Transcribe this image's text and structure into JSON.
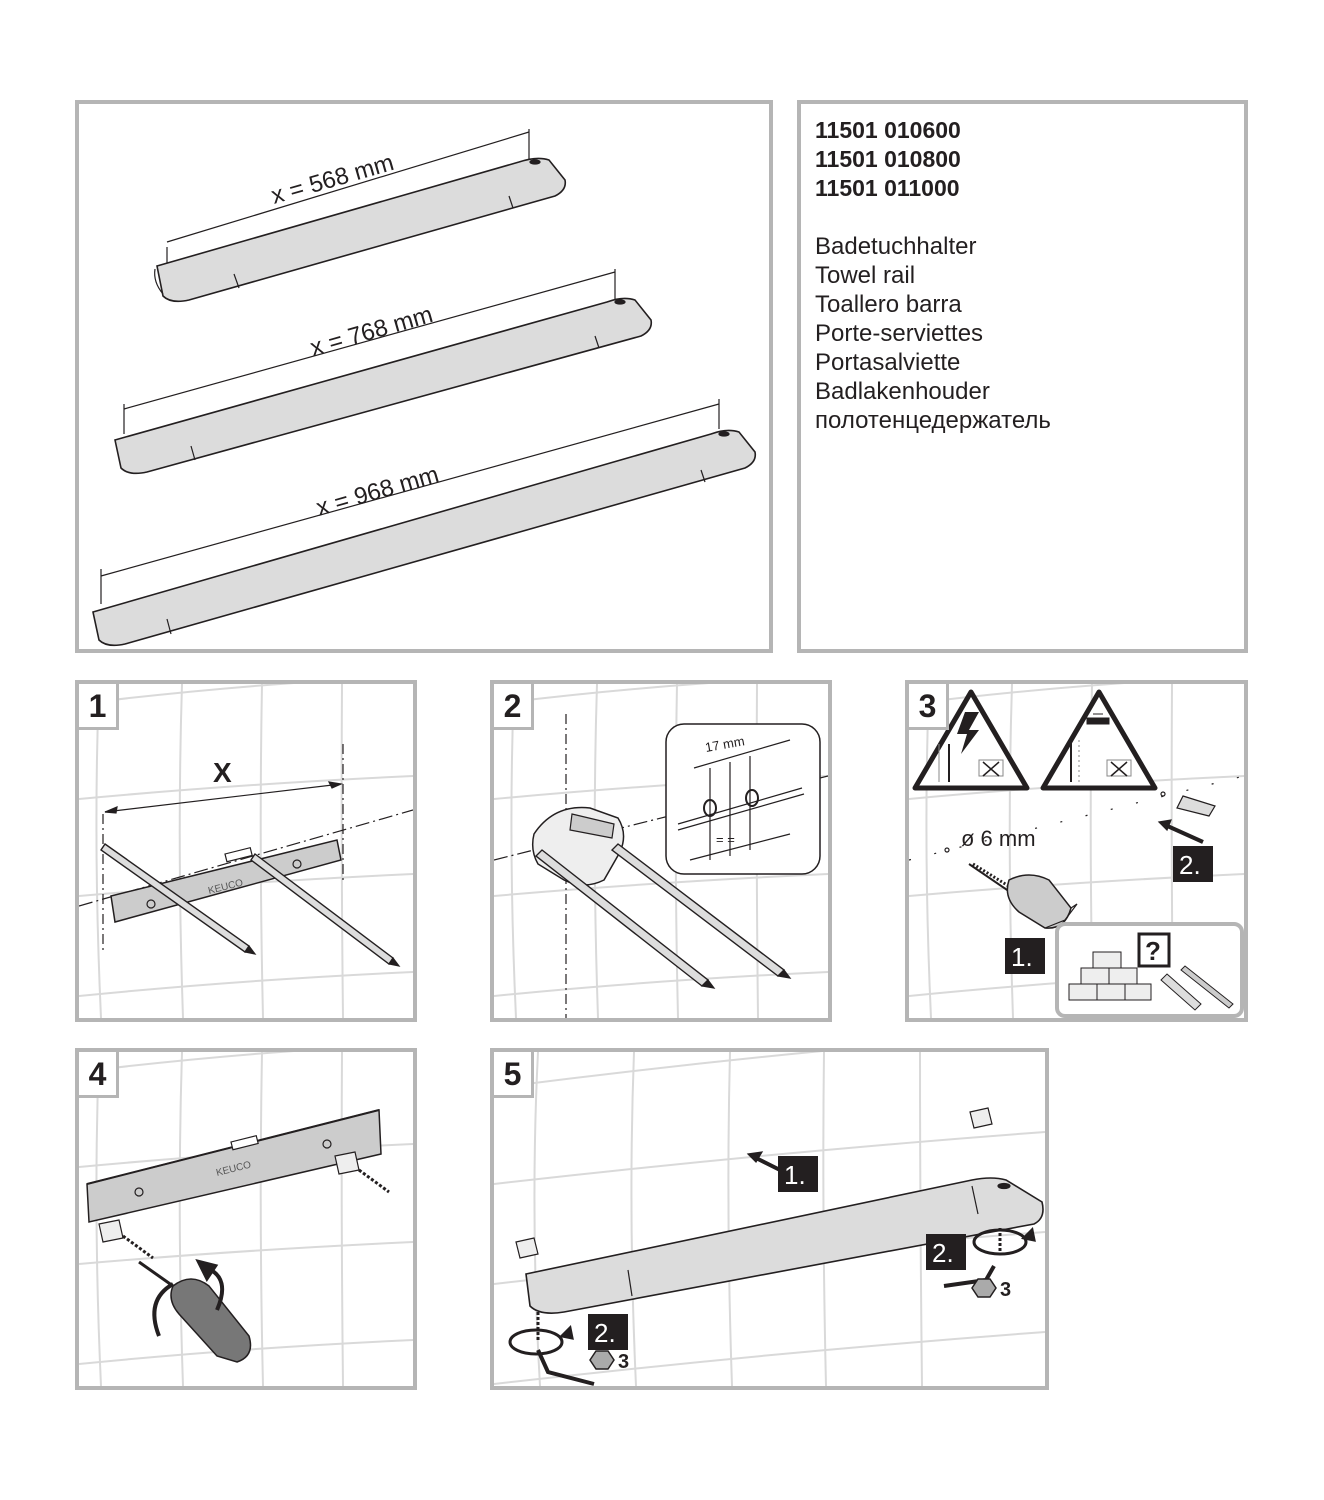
{
  "overview": {
    "rails": [
      {
        "label": "x = 568 mm"
      },
      {
        "label": "x = 768 mm"
      },
      {
        "label": "x = 968 mm"
      }
    ]
  },
  "product": {
    "codes": [
      "11501 010600",
      "11501 010800",
      "11501 011000"
    ],
    "names": [
      "Badetuchhalter",
      "Towel rail",
      "Toallero barra",
      "Porte-serviettes",
      "Portasalviette",
      "Badlakenhouder",
      "полотенцедержатель"
    ]
  },
  "steps": [
    {
      "number": "1",
      "dimension_label": "X",
      "level_brand": "KEUCO"
    },
    {
      "number": "2",
      "spacing_label": "17 mm",
      "equal_marks": "=  ="
    },
    {
      "number": "3",
      "drill_label": "ø 6 mm",
      "action_1": "1.",
      "action_2": "2.",
      "query_icon_label": "?"
    },
    {
      "number": "4",
      "level_brand": "KEUCO"
    },
    {
      "number": "5",
      "action_1": "1.",
      "action_2": "2.",
      "hex_key_size": "3"
    }
  ],
  "colors": {
    "frame": "#b5b5b5",
    "grid": "#d9d9d9",
    "ink": "#231f20",
    "rail_fill": "#dcdcdc",
    "action_box": "#231f20"
  },
  "icons": [
    "warning-electric-icon",
    "warning-water-icon",
    "question-icon",
    "hex-icon",
    "rotate-arrow-icon",
    "direction-arrow-icon"
  ]
}
